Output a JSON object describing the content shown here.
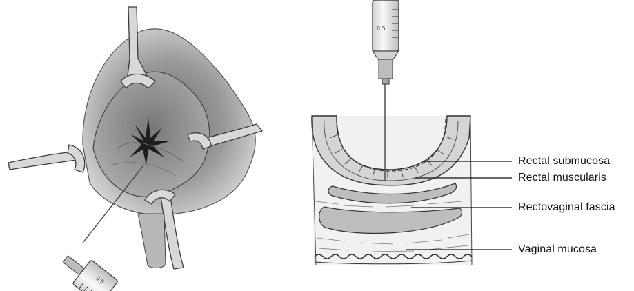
{
  "figure": {
    "labels": [
      {
        "id": "rectal-submucosa",
        "text": "Rectal submucosa"
      },
      {
        "id": "rectal-muscularis",
        "text": "Rectal muscularis"
      },
      {
        "id": "rectovaginal-fascia",
        "text": "Rectovaginal fascia"
      },
      {
        "id": "vaginal-mucosa",
        "text": "Vaginal mucosa"
      }
    ],
    "syringe_marking": "0.5"
  }
}
